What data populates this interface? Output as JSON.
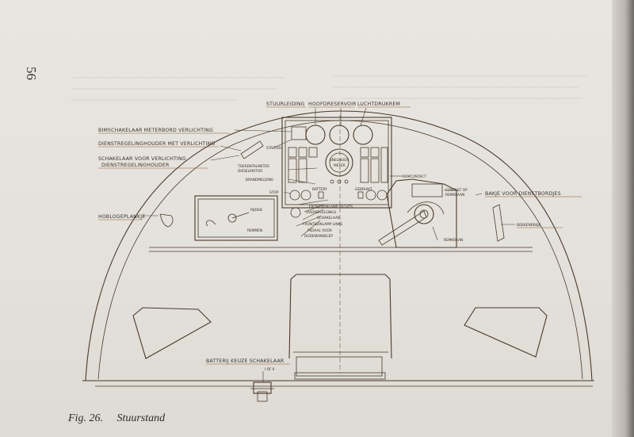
{
  "page_number": "56",
  "caption": {
    "figure": "Fig. 26.",
    "title": "Stuurstand"
  },
  "labels": {
    "stuurleiding": "STUURLEIDING",
    "hoofdreservoir": "HOOFDRESERVOIR",
    "luchtdrukrem": "LUCHTDRUKREM",
    "bimschakelaar": "BIMSCHAKELAAR METERBORD VERLICHTING",
    "dienstregelinghouder": "DIENSTREGELINGHOUDER MET VERLICHTING",
    "schakelaar_1": "SCHAKELAAR VOOR VERLICHTING",
    "schakelaar_2": "DIENSTREGELINGHOUDER",
    "starter": "STARTER",
    "toerentalmeter_1": "TOERENTALMETER",
    "toerentalmeter_2": "DIESELMOTOR",
    "brandmelding": "BRANDMELDING",
    "stop": "STOP",
    "remcontact": "REMCONTACT",
    "contact_op_1": "CONTACT OP",
    "contact_op_2": "REMKRAAN",
    "bakje": "BAKJE VOOR DIENSTBORDJES",
    "boekenrekje": "BOEKENREKJE",
    "remkraan": "REMKRAAN",
    "hoblogeplankje": "HOBLOGEPLANKJE",
    "frontseinlamp_rechts": "FRONTSEINLAMP RECHTS",
    "overbruggings_1": "OVERBRUGGINGS",
    "overbruggings_2": "SCHAKELAAR",
    "frontseinlamp_links": "FRONTSEINLAMP LINKS",
    "pedaal_1": "PEDAAL VOOR",
    "pedaal_2": "DODEMANSKLEP",
    "batterij_keuze_1": "BATTERIJ KEUZE SCHAKELAAR",
    "batterij_keuze_2": "I OF II",
    "snelheidsmeter_1": "SNELHEIDS",
    "snelheidsmeter_2": "METER",
    "battery": "BATTERY",
    "gebruikt": "GEBRUIKT",
    "rijden": "RIJDEN",
    "remmen": "REMMEN"
  },
  "colors": {
    "ink": "#4a3a2a",
    "underline": "#8a5b2e",
    "paper": "#e6e3de"
  }
}
